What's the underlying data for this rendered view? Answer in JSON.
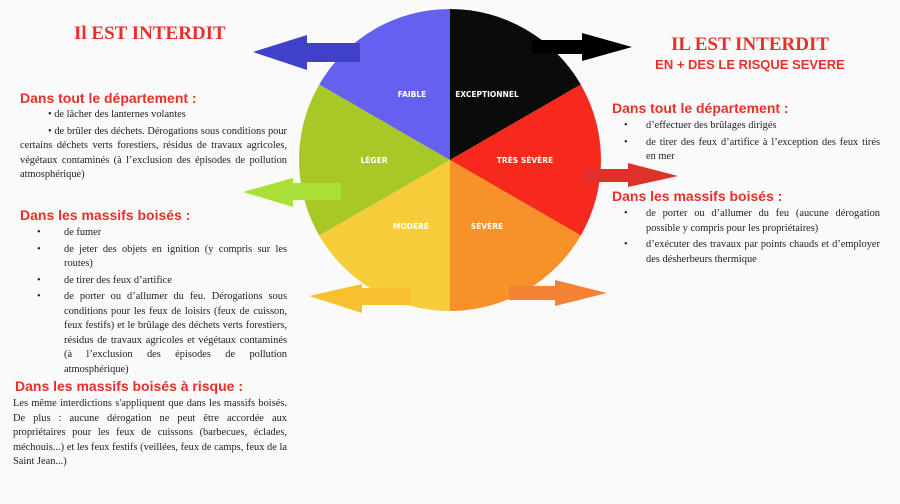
{
  "left": {
    "title": "Il EST INTERDIT",
    "sections": [
      {
        "heading": "Dans tout le département :",
        "items": [
          "• de lâcher des lanternes volantes",
          "• de brûler des déchets. Dérogations sous conditions pour certains déchets verts forestiers, résidus de travaux agricoles, végétaux contaminés (à l’exclusion des épisodes de pollution atmosphérique)"
        ]
      },
      {
        "heading": "Dans les massifs boisés :",
        "items": [
          "de fumer",
          "de jeter des objets en ignition (y compris sur les routes)",
          "de tirer des feux d’artifice",
          "de porter ou d’allumer du feu. Dérogations sous conditions pour les feux de loisirs (feux de cuisson, feux festifs) et le brûlage des déchets verts forestiers, résidus de travaux agricoles et végétaux contaminés (à l’exclusion des épisodes de pollution atmosphérique)"
        ]
      },
      {
        "heading": "Dans les massifs boisés à risque :",
        "text": "Les même interdictions s'appliquent que dans les massifs boisés. De plus : aucune dérogation ne peut être accordée aux propriétaires pour les feux de cuissons (barbecues, éclades, méchouis...) et les feux festifs (veillées, feux de camps, feux de la Saint Jean...)"
      }
    ]
  },
  "right": {
    "title": "IL EST INTERDIT",
    "subtitle": "EN + DES LE RISQUE SEVERE",
    "sections": [
      {
        "heading": "Dans tout le département :",
        "items": [
          "d’effectuer des brûlages dirigés",
          "de tirer des feux d’artifice à l’exception des feux tirés en mer"
        ]
      },
      {
        "heading": "Dans les massifs boisés :",
        "items": [
          "de porter ou d’allumer du feu (aucune dérogation possible y compris pour les propriétaires)",
          "d’exécuter des travaux par points chauds et d’employer des désherbeurs thermique"
        ]
      }
    ]
  },
  "wheel": {
    "segments": [
      {
        "label": "EXCEPTIONNEL",
        "color": "#0b0b0b"
      },
      {
        "label": "TRÈS SÉVÈRE",
        "color": "#f52a1c"
      },
      {
        "label": "SÉVÈRE",
        "color": "#f7922a"
      },
      {
        "label": "MODÉRÉ",
        "color": "#f6cc3a"
      },
      {
        "label": "LÉGER",
        "color": "#a8c828"
      },
      {
        "label": "FAIBLE",
        "color": "#6660f0"
      }
    ]
  },
  "arrow_colors": {
    "blue": "#4040c8",
    "black": "#000000",
    "red": "#e0302a",
    "green": "#a8e038",
    "yellow": "#f8c030",
    "orange": "#f58232"
  }
}
